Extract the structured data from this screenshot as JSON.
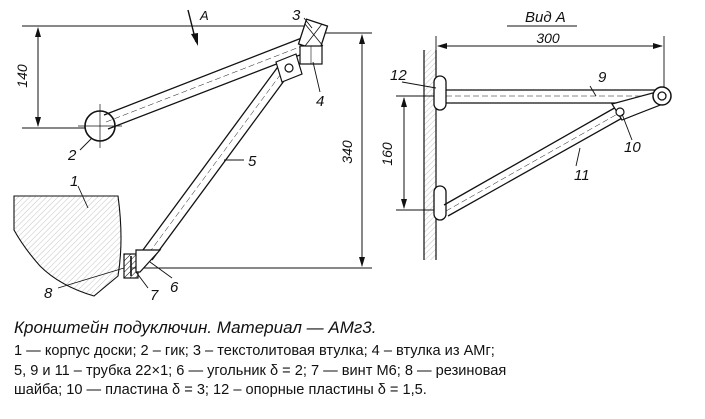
{
  "labels": {
    "n1": "1",
    "n2": "2",
    "n3": "3",
    "n4": "4",
    "n5": "5",
    "n6": "6",
    "n7": "7",
    "n8": "8",
    "n9": "9",
    "n10": "10",
    "n11": "11",
    "n12": "12",
    "view_arrow": "А",
    "view_title": "Вид А"
  },
  "dimensions": {
    "d140": "140",
    "d340": "340",
    "d300": "300",
    "d160": "160"
  },
  "caption": {
    "title": "Кронштейн подуключин. Материал — АМг3.",
    "line1": "1 — корпус доски; 2 – гик; 3 – текстолитовая втулка; 4 – втулка из АМг;",
    "line2": "5, 9 и 11 – трубка 22×1; 6 — угольник δ = 2; 7 — винт М6; 8 — резиновая",
    "line3": "шайба; 10 — пластина δ = 3; 12 – опорные пластины δ = 1,5."
  }
}
